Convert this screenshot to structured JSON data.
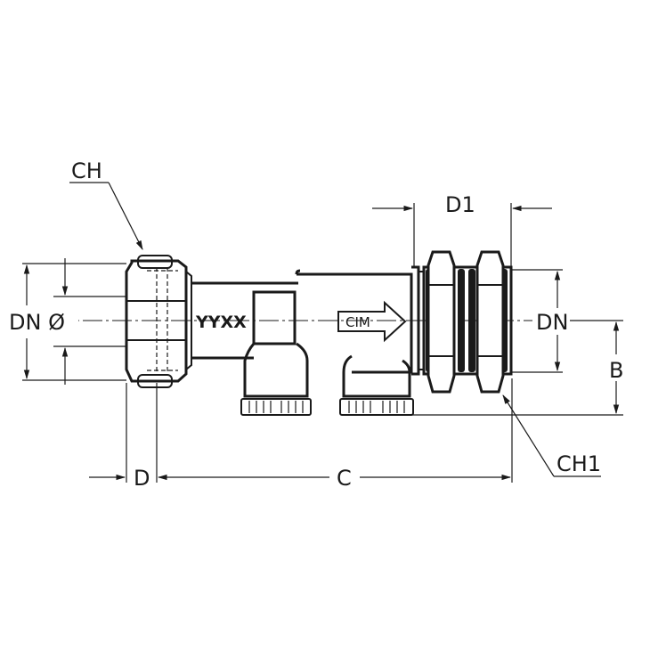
{
  "labels": {
    "ch": "CH",
    "ch1": "CH1",
    "d1": "D1",
    "dn_dia": "DN Ø",
    "dn": "DN",
    "b": "B",
    "d": "D",
    "c": "C"
  },
  "body_markings": {
    "code": "YYXX",
    "brand": "CIM"
  },
  "colors": {
    "line": "#1a1a1a",
    "background": "#ffffff"
  }
}
